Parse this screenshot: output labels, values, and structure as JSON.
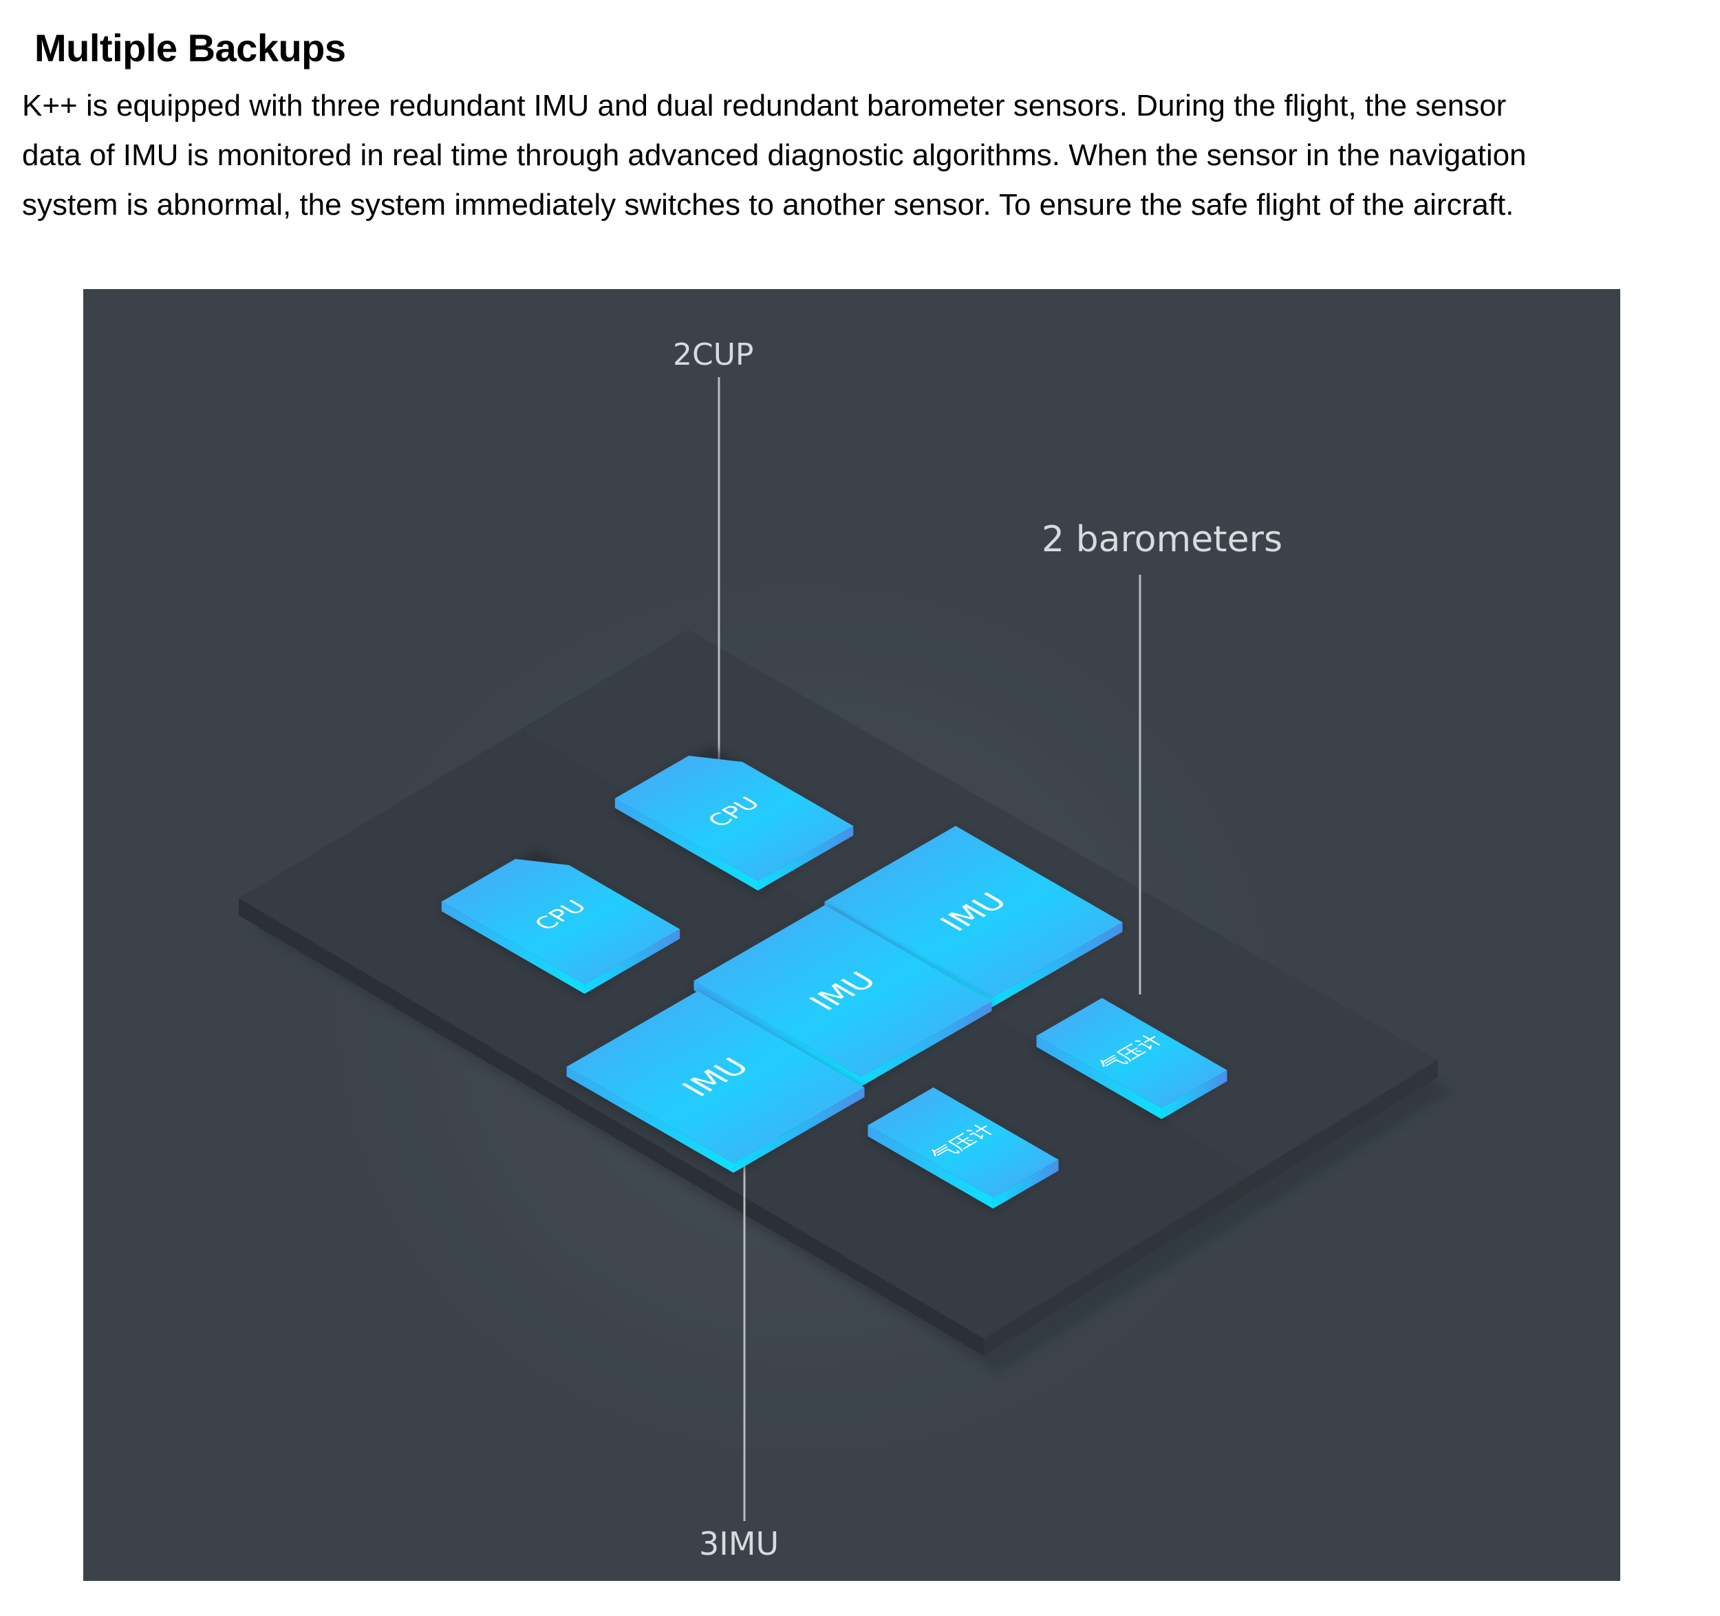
{
  "section": {
    "title": "Multiple Backups",
    "description_lines": [
      "K++ is equipped with three redundant IMU and dual redundant barometer sensors. During the flight, the sensor",
      "data of IMU is monitored in real time through advanced diagnostic algorithms. When the sensor in the navigation",
      "system is abnormal, the system immediately switches to another sensor. To ensure the safe flight of the aircraft."
    ]
  },
  "diagram": {
    "background_color": "#3b424a",
    "board_color": "#353b42",
    "chip_color_light": "#1fd8ff",
    "chip_color_dark": "#4aa6f5",
    "callouts": {
      "cpu": "2CUP",
      "barometers": "2 barometers",
      "imu": "3IMU"
    },
    "chips": [
      {
        "id": "cpu-1",
        "label": "CPU",
        "type": "cpu"
      },
      {
        "id": "cpu-2",
        "label": "CPU",
        "type": "cpu"
      },
      {
        "id": "imu-1",
        "label": "IMU",
        "type": "imu"
      },
      {
        "id": "imu-2",
        "label": "IMU",
        "type": "imu"
      },
      {
        "id": "imu-3",
        "label": "IMU",
        "type": "imu"
      },
      {
        "id": "baro-1",
        "label": "气压计",
        "type": "barometer"
      },
      {
        "id": "baro-2",
        "label": "气压计",
        "type": "barometer"
      }
    ]
  }
}
